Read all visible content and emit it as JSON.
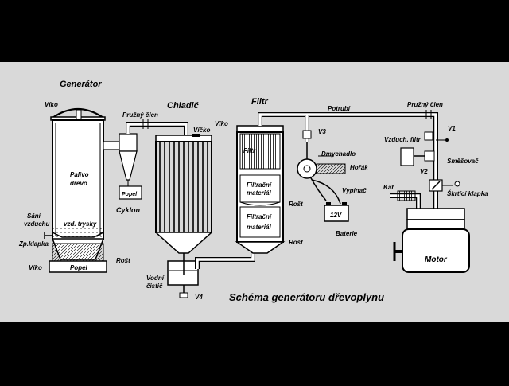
{
  "colors": {
    "background": "#000000",
    "panel": "#d9d9d9",
    "ink": "#000000",
    "fill": "#ffffff"
  },
  "title": "Schéma  generátoru dřevoplynu",
  "sections": {
    "generator": "Generátor",
    "cooler": "Chladič",
    "filter": "Filtr"
  },
  "labels": {
    "viko_top": "Víko",
    "pruzny_clen_1": "Pružný člen",
    "palivo_1": "Palivo",
    "palivo_2": "dřevo",
    "sani_1": "Sání",
    "sani_2": "vzduchu",
    "vzd_trysky": "vzd. trysky",
    "zp_klapka": "Zp.klapka",
    "rost_gen": "Rošt",
    "viko_bottom": "Víko",
    "popel_gen": "Popel",
    "popel_cyklon": "Popel",
    "cyklon": "Cyklon",
    "vicko": "Víčko",
    "vodni_1": "Vodní",
    "vodni_2": "čistič",
    "v4": "V4",
    "viko_filtr": "Víko",
    "filtr_inner": "Filtr",
    "filtracni_1a": "Filtrační",
    "filtracni_1b": "materiál",
    "filtracni_2a": "Filtrační",
    "filtracni_2b": "materiál",
    "rost_filtr_1": "Rošt",
    "rost_filtr_2": "Rošt",
    "potrubi": "Potrubí",
    "pruzny_clen_2": "Pružný člen",
    "v3": "V3",
    "dmychadlo": "Dmychadlo",
    "horak": "Hořák",
    "vypinac": "Vypínač",
    "battery_voltage": "12V",
    "baterie": "Baterie",
    "v1": "V1",
    "vzduch_filtr": "Vzduch. filtr",
    "v2": "V2",
    "smesovac": "Směšovač",
    "kat": "Kat",
    "skrtici_klapka": "Škrtící klapka",
    "motor": "Motor"
  }
}
